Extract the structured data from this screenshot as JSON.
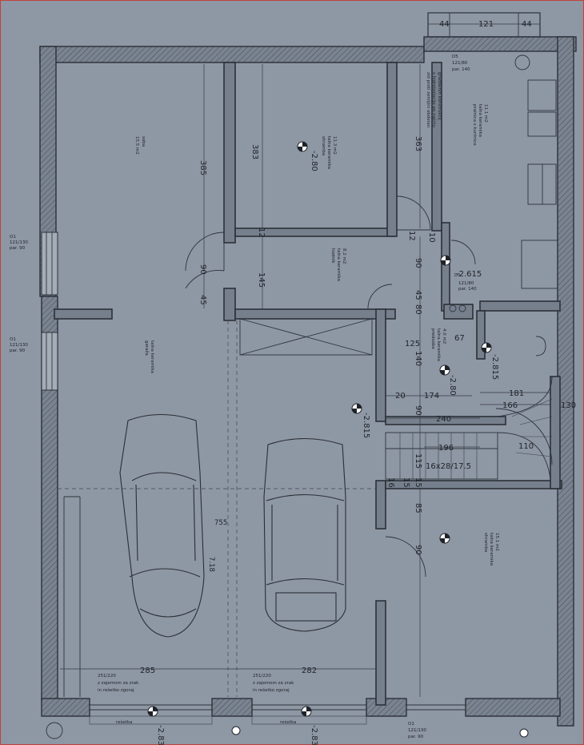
{
  "dims": {
    "top_44_left": "44",
    "top_121": "121",
    "top_44_right": "44",
    "h385_left": "385",
    "h383": "383",
    "h363": "363",
    "v12_a": "12",
    "v12_b": "12",
    "v10": "10",
    "v90_a": "90",
    "v90_b": "90",
    "v145": "145",
    "v45_a": "45",
    "v45_b": "45",
    "v80": "80",
    "v125": "125",
    "v140": "140",
    "v67": "67",
    "v20": "20",
    "v174": "174",
    "v240": "240",
    "v196": "196",
    "v181": "181",
    "v166": "166",
    "v130": "130",
    "v110": "110",
    "v16": "16",
    "v15_a": "15",
    "v15_b": "15",
    "v115": "115",
    "v85": "85",
    "v90_c": "90",
    "stairs": "16x28/17.5",
    "b285": "285",
    "b282": "282"
  },
  "levels": {
    "l1": "-2.80",
    "l2": "-2.615",
    "l3": "-2.815",
    "l4": "-2.80",
    "l5": "-2.815",
    "l6": "-2.83",
    "l7": "-2.83"
  },
  "rooms": {
    "storage_a": "soba",
    "storage_b": "15.5 m2",
    "closet_a": "shramba",
    "closet_b": "talna keramika",
    "closet_c": "11.3 m2",
    "hall_a": "hodnik",
    "hall_b": "talna keramika",
    "hall_c": "8.2 m2",
    "wc_a": "predsoba",
    "wc_b": "talna keramika",
    "wc_c": "4.0 m2",
    "laundry_a": "pralnica s kurilnico",
    "laundry_b": "talna keramika",
    "laundry_c": "11.1 m2",
    "garage_a": "garaža",
    "garage_b": "talna keramika",
    "shramba_a": "shramba",
    "shramba_b": "talna keramika",
    "shramba_c": "15.1 m2",
    "vertical_note_a": "zid proti zemljini obdelan",
    "vertical_note_b": "s hidroizolacijo po načrtu",
    "vertical_note_c": "gradbenih konstrukcij",
    "door_note_a": "121/80",
    "door_note_b": "par. 140"
  },
  "windows": {
    "o1_a": "O1",
    "o1_b": "121/130",
    "o1_c": "par. 90",
    "o2_a": "O1",
    "o2_b": "121/130",
    "o2_c": "par. 90",
    "o3_a": "O1",
    "o3_b": "121/130",
    "o3_c": "par. 90",
    "d1": "D1",
    "d2": "D5",
    "d3_a": "121/80",
    "d3_b": "par. 140"
  },
  "garage_doors": {
    "left_a": "251/220",
    "left_b": "z zajemom za zrak",
    "left_c": "in rešetko zgoraj",
    "right_a": "251/220",
    "right_b": "z zajemom za zrak",
    "right_c": "in rešetko zgoraj",
    "grate_left": "rešetka",
    "grate_right": "rešetka"
  },
  "handwritten": {
    "h1": "755",
    "h2": "7.18"
  }
}
